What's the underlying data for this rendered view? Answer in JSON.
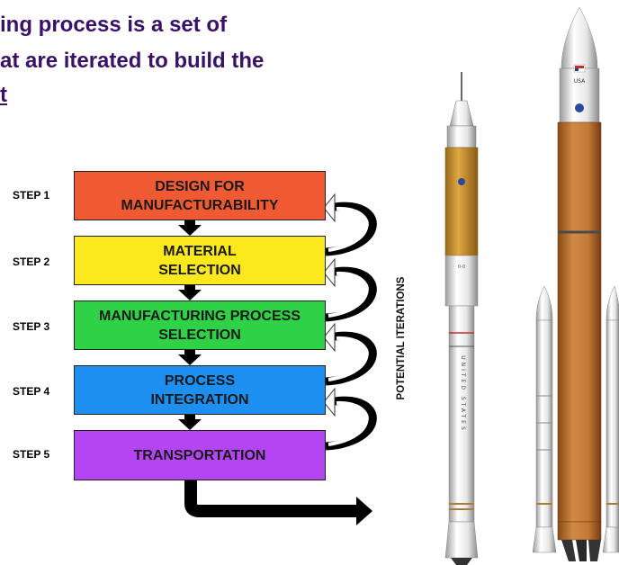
{
  "title": {
    "line1": "ing process is a set of",
    "line2": "at are iterated to build the",
    "line3": "t"
  },
  "steps": [
    {
      "label": "STEP 1",
      "text": "DESIGN FOR MANUFACTURABILITY",
      "color": "#f05a33"
    },
    {
      "label": "STEP 2",
      "text": "MATERIAL SELECTION",
      "color": "#fbe91d"
    },
    {
      "label": "STEP 3",
      "text": "MANUFACTURING PROCESS SELECTION",
      "color": "#2fd147"
    },
    {
      "label": "STEP 4",
      "text": "PROCESS INTEGRATION",
      "color": "#1c8ff0"
    },
    {
      "label": "STEP 5",
      "text": "TRANSPORTATION",
      "color": "#b545f2"
    }
  ],
  "iterations_label": "POTENTIAL ITERATIONS",
  "rocket_markings": {
    "flag_label": "USA",
    "side_text": "UNITED STATES"
  }
}
